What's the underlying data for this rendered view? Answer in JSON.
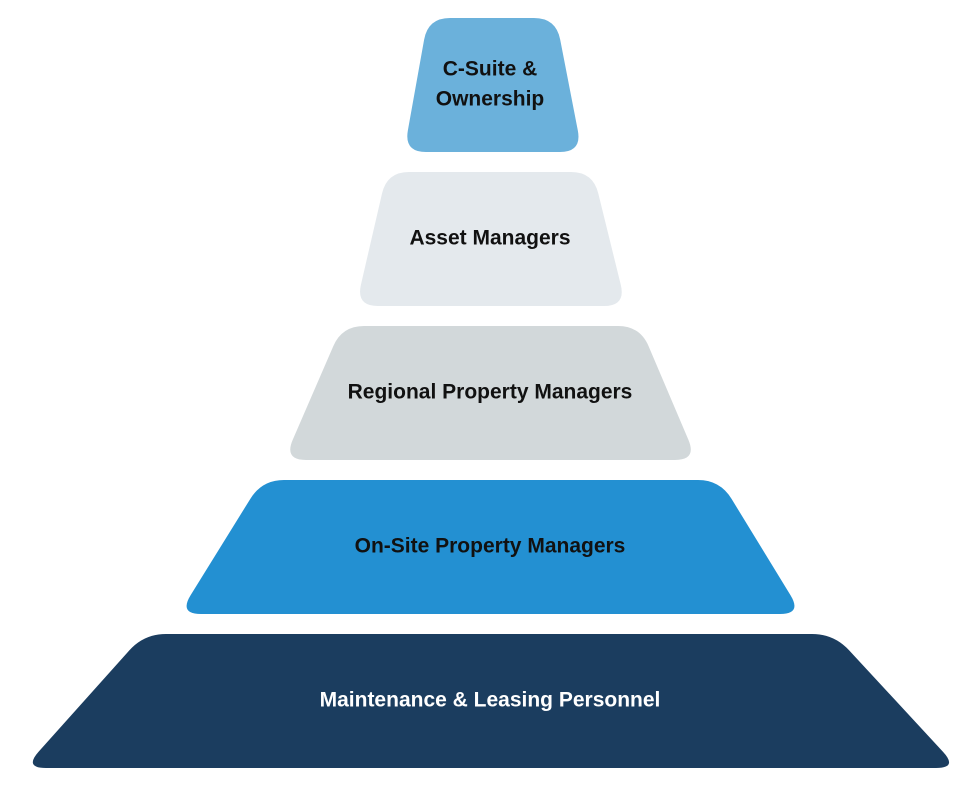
{
  "diagram": {
    "type": "pyramid",
    "tiers": [
      {
        "lines": [
          "C-Suite &",
          "Ownership"
        ],
        "fill": "#6BB1DB",
        "text_color": "#111111"
      },
      {
        "lines": [
          "Asset Managers"
        ],
        "fill": "#E4E9ED",
        "text_color": "#111111"
      },
      {
        "lines": [
          "Regional Property Managers"
        ],
        "fill": "#D2D8DA",
        "text_color": "#111111"
      },
      {
        "lines": [
          "On-Site Property Managers"
        ],
        "fill": "#2390D2",
        "text_color": "#111111"
      },
      {
        "lines": [
          "Maintenance & Leasing Personnel"
        ],
        "fill": "#1B3D5F",
        "text_color": "#ffffff"
      }
    ]
  }
}
